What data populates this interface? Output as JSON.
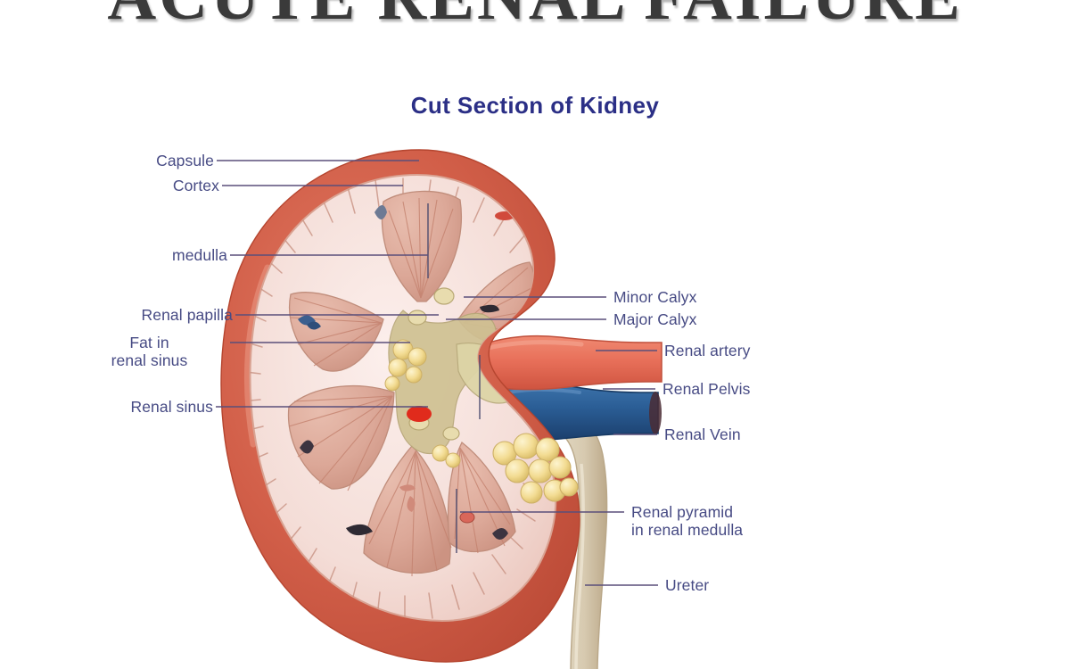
{
  "slide": {
    "title": "ACUTE RENAL FAILURE",
    "title_color": "#3a3a3a",
    "background": "#ffffff"
  },
  "diagram": {
    "title": "Cut Section of  Kidney",
    "title_color": "#2b2f86",
    "subject": "kidney-coronal-section",
    "label_color": "#474b84",
    "leader_line_color": "#5a4f7a"
  },
  "palette": {
    "capsule": "#cc5541",
    "capsule_dark": "#bb4b39",
    "cortex": "#f3ddd9",
    "cortex_band": "#e8c6bd",
    "pyramid": "#dda898",
    "pyramid_striation": "#c98877",
    "sinus_fat": "#f2d98a",
    "sinus_tissue": "#cfc192",
    "renal_artery": "#e8705a",
    "renal_vein": "#2b5e96",
    "renal_vein_dark": "#1c3f6b",
    "ureter": "#d9cdb4",
    "ureter_edge": "#bfae90",
    "highlight_red": "#e02b1c"
  },
  "labels_left": [
    {
      "id": "capsule",
      "text": "Capsule"
    },
    {
      "id": "cortex",
      "text": "Cortex"
    },
    {
      "id": "medulla",
      "text": "medulla"
    },
    {
      "id": "renal-papilla",
      "text": "Renal papilla"
    },
    {
      "id": "fat-in-renal-sinus",
      "line1": "Fat in",
      "line2": "renal sinus"
    },
    {
      "id": "renal-sinus",
      "text": "Renal sinus"
    }
  ],
  "labels_right": [
    {
      "id": "minor-calyx",
      "text": "Minor Calyx"
    },
    {
      "id": "major-calyx",
      "text": "Major Calyx"
    },
    {
      "id": "renal-artery",
      "text": "Renal artery"
    },
    {
      "id": "renal-pelvis",
      "text": "Renal Pelvis"
    },
    {
      "id": "renal-vein",
      "text": "Renal Vein"
    },
    {
      "id": "renal-pyramid",
      "line1": "Renal pyramid",
      "line2": "in renal medulla"
    },
    {
      "id": "ureter",
      "text": "Ureter"
    }
  ]
}
